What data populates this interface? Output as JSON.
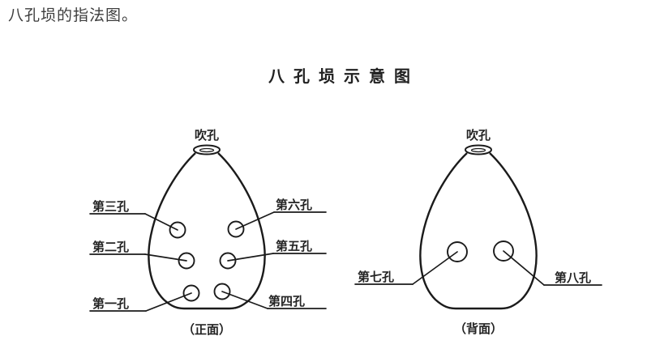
{
  "page": {
    "intro_text": "八孔埙的指法图。",
    "title": "八 孔 埙 示 意 图"
  },
  "front_view": {
    "blow_hole_label": "吹孔",
    "caption": "（正面）",
    "holes": {
      "h1": "第一孔",
      "h2": "第二孔",
      "h3": "第三孔",
      "h4": "第四孔",
      "h5": "第五孔",
      "h6": "第六孔"
    }
  },
  "back_view": {
    "blow_hole_label": "吹孔",
    "caption": "（背面）",
    "holes": {
      "h7": "第七孔",
      "h8": "第八孔"
    }
  }
}
